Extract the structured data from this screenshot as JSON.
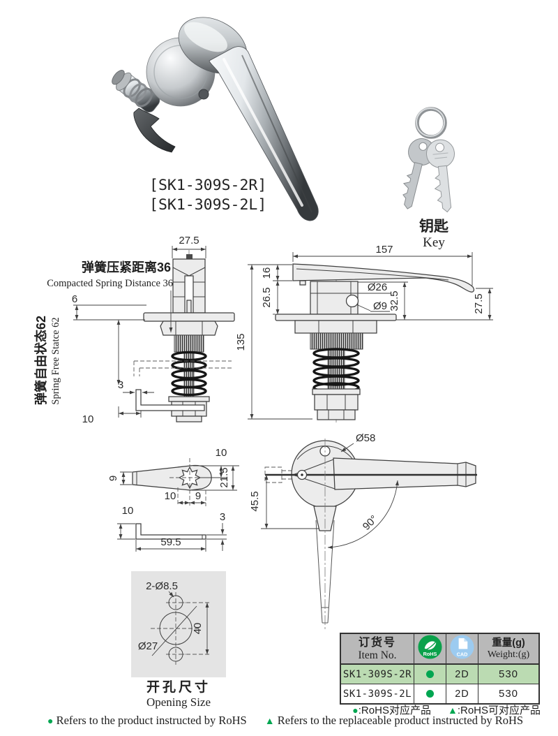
{
  "photo": {
    "model_label_r": "[SK1-309S-2R]",
    "model_label_l": "[SK1-309S-2L]",
    "key_caption_cn": "钥匙",
    "key_caption_en": "Key"
  },
  "front_view": {
    "width_dim": "27.5",
    "compacted_cn": "弹簧压紧距离36",
    "compacted_en": "Compacted Spring Distance 36",
    "flange_dim": "6",
    "free_cn": "弹簧自由状态62",
    "free_en": "Spring Free Statce 62",
    "thickness_dim": "3",
    "hook_dim": "10"
  },
  "side_view": {
    "length_dim": "157",
    "lever_dim": "16",
    "body_dim": "26.5",
    "total_dim": "135",
    "neck_dia": "Ø26",
    "hole_dia": "Ø9",
    "height_dim": "32.5",
    "tip_dim": "27.5"
  },
  "cam_view": {
    "tip_dim": "9",
    "offset_dim": "10",
    "height_dim": "21.5",
    "left_dim": "10",
    "right_dim": "9"
  },
  "bar_view": {
    "leg_dim": "10",
    "thickness_dim": "3",
    "length_dim": "59.5"
  },
  "top_view": {
    "dia_dim": "Ø58",
    "offset_dim": "45.5",
    "angle_dim": "90°"
  },
  "opening_view": {
    "holes_dim": "2-Ø8.5",
    "dia_dim": "Ø27",
    "pitch_dim": "40",
    "caption_cn": "开孔尺寸",
    "caption_en": "Opening Size"
  },
  "table": {
    "header": {
      "item_cn": "订货号",
      "item_en": "Item No.",
      "rohs_badge": "RoHS",
      "cad_badge": "CAD",
      "weight_cn": "重量(g)",
      "weight_en": "Weight:(g)"
    },
    "rows": [
      {
        "item": "SK1-309S-2R",
        "cad": "2D",
        "weight": "530"
      },
      {
        "item": "SK1-309S-2L",
        "cad": "2D",
        "weight": "530"
      }
    ]
  },
  "legend": {
    "dot": "●",
    "triangle": "▲",
    "cn_dot_text": ":RoHS对应产品",
    "cn_tri_text": ":RoHS可对应产品",
    "en_dot_text": "Refers to the product instructed by RoHS",
    "en_tri_text": "Refers to the replaceable product instructed by RoHS"
  },
  "colors": {
    "green": "#00A651",
    "row_green": "#BBDBB2",
    "header_gray": "#B9B9B9",
    "cad_blue": "#9CCBF0",
    "line": "#3F3F3F"
  }
}
